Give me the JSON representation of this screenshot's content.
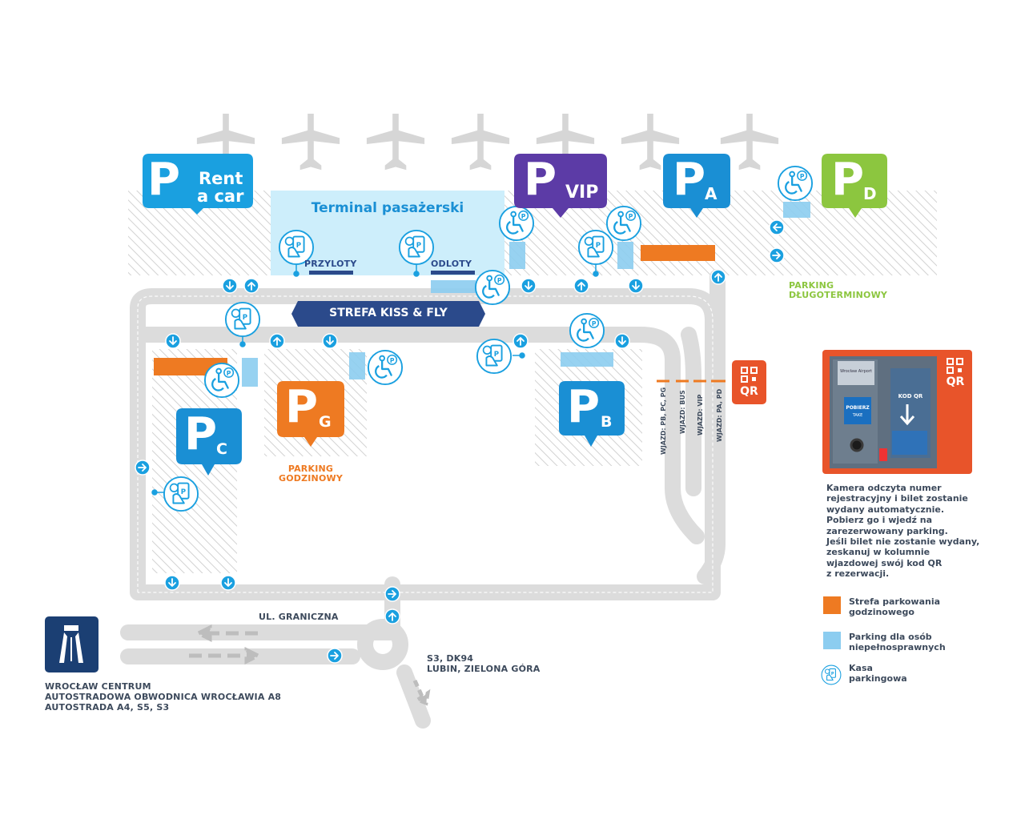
{
  "terminal": {
    "title": "Terminal pasażerski",
    "arrivals": "PRZYLOTY",
    "departures": "ODLOTY"
  },
  "kiss_fly": "STREFA KISS & FLY",
  "parkings": {
    "rent": {
      "letter": "P",
      "line1": "Rent",
      "line2": "a car",
      "color": "#1aa0e0"
    },
    "vip": {
      "letter": "P",
      "sub": "VIP",
      "color": "#5c3ba6"
    },
    "a": {
      "letter": "P",
      "sub": "A",
      "color": "#1a8fd4"
    },
    "d": {
      "letter": "P",
      "sub": "D",
      "color": "#8cc63f"
    },
    "b": {
      "letter": "P",
      "sub": "B",
      "color": "#1a8fd4"
    },
    "c": {
      "letter": "P",
      "sub": "C",
      "color": "#1a8fd4"
    },
    "g": {
      "letter": "P",
      "sub": "G",
      "color": "#ee7a22"
    }
  },
  "labels": {
    "parking_long_1": "PARKING",
    "parking_long_2": "DŁUGOTERMINOWY",
    "parking_hour_1": "PARKING",
    "parking_hour_2": "GODZINOWY",
    "street": "UL. GRANICZNA",
    "s3_1": "S3, DK94",
    "s3_2": "LUBIN, ZIELONA GÓRA",
    "wro_1": "WROCŁAW CENTRUM",
    "wro_2": "AUTOSTRADOWA OBWODNICA WROCŁAWIA A8",
    "wro_3": "AUTOSTRADA A4, S5, S3"
  },
  "entries": [
    "WJAZD: PB, PC, PG",
    "WJAZD: BUS",
    "WJAZD: VIP",
    "WJAZD: PA, PD"
  ],
  "qr": "QR",
  "kiosk": {
    "screen": "Wrocław Airport",
    "qr_label": "KOD QR",
    "ticket": "POBIERZ",
    "ticket2": "TAKE"
  },
  "note": "Kamera odczyta numer\nrejestracyjny i bilet zostanie\nwydany automatycznie.\nPobierz go i wjedź na\nzarezerwowany parking.\nJeśli bilet nie zostanie wydany,\nzeskanuj w kolumnie\nwjazdowej swój kod QR\nz rezerwacji.",
  "legend": {
    "orange_1": "Strefa parkowania",
    "orange_2": "godzinowego",
    "blue_1": "Parking dla osób",
    "blue_2": "niepełnosprawnych",
    "kasa_1": "Kasa",
    "kasa_2": "parkingowa"
  },
  "colors": {
    "road": "#dcdcdc",
    "hatch": "#cfcfcf",
    "terminal": "#cdeefb",
    "orange": "#ee7a22",
    "lightblue": "#8ccdf0",
    "navy": "#2b4a8b",
    "motorway": "#1b3f73",
    "qr": "#e8542a",
    "arrow": "#1aa0e0"
  }
}
